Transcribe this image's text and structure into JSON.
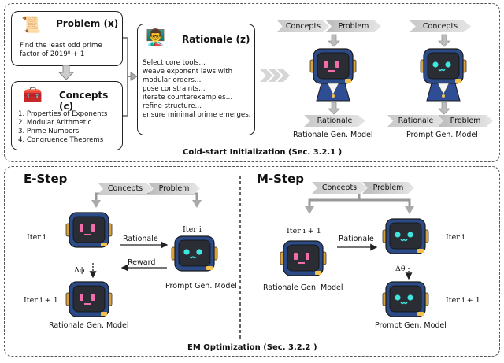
{
  "problem_box": {
    "title": "Problem (x)",
    "text_line1": "Find the least odd prime",
    "text_line2": "factor of 2019⁸ + 1"
  },
  "concepts_box": {
    "title": "Concepts (c)",
    "items": [
      "1.  Properties of Exponents",
      "2.  Modular Arithmetic",
      "3.  Prime Numbers",
      "4.  Congruence Theorems"
    ]
  },
  "rationale_box": {
    "title": "Rationale (z)",
    "lines": [
      "Select core tools…",
      "weave exponent laws with",
      "modular orders…",
      "pose constraints…",
      "iterate counterexamples…",
      "refine structure…",
      "ensure minimal prime emerges."
    ]
  },
  "tags": {
    "concepts": "Concepts",
    "problem": "Problem",
    "rationale": "Rationale"
  },
  "models": {
    "rationale_gen": "Rationale Gen. Model",
    "prompt_gen": "Prompt Gen. Model"
  },
  "sections": {
    "cold_start": "Cold-start Initialization (Sec. 3.2.1 )",
    "em": "EM Optimization (Sec. 3.2.2 )"
  },
  "estep": {
    "title": "E-Step",
    "iter_i": "Iter i",
    "iter_i1": "Iter i + 1",
    "rationale": "Rationale",
    "reward": "Reward",
    "delta": "Δϕ"
  },
  "mstep": {
    "title": "M-Step",
    "iter_i": "Iter i",
    "iter_i1": "Iter i + 1",
    "rationale": "Rationale",
    "delta": "Δθ"
  },
  "colors": {
    "tag_grey": "#bdbdbd",
    "robot_frame": "#2b4a86",
    "robot_screen": "#2a2d33",
    "eye_pink": "#f06eaa",
    "eye_cyan": "#3ee6e0",
    "cloak": "#2e4d94"
  }
}
